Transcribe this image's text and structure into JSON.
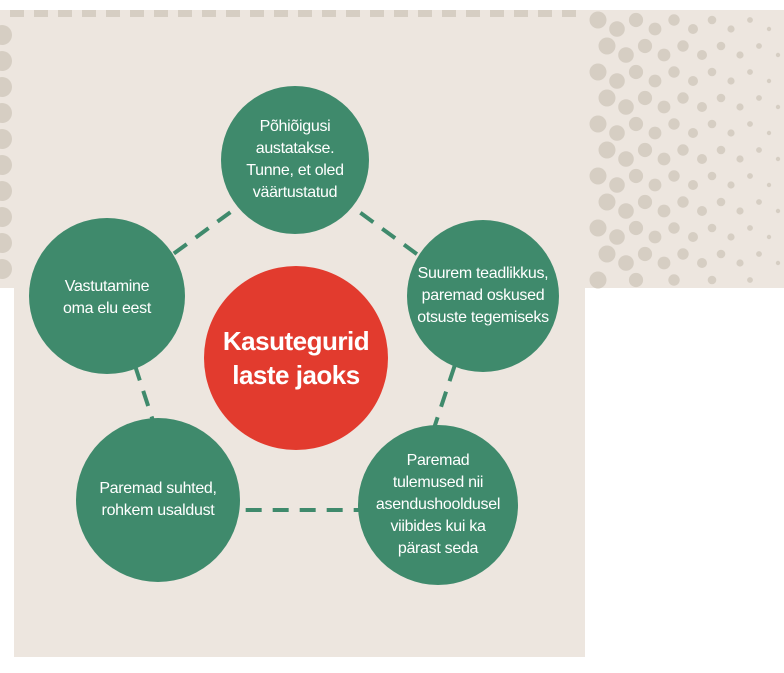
{
  "diagram": {
    "center": {
      "label": "Kasutegurid laste jaoks"
    },
    "nodes": [
      {
        "id": "top",
        "label": "Põhiõigusi austatakse. Tunne, et oled väärtustatud"
      },
      {
        "id": "right",
        "label": "Suurem teadlikkus, paremad oskused otsuste tegemiseks"
      },
      {
        "id": "bottom-right",
        "label": "Paremad tulemused nii asendushooldusel viibides kui ka pärast seda"
      },
      {
        "id": "bottom-left",
        "label": "Paremad suhted, rohkem usaldust"
      },
      {
        "id": "left",
        "label": "Vastutamine oma elu eest"
      }
    ]
  },
  "colors": {
    "background": "#ede6df",
    "node_fill": "#3f8a6c",
    "center_fill": "#e23b2e",
    "connector": "#3f8a6c",
    "dots": "#d6cec3",
    "text": "#ffffff"
  }
}
